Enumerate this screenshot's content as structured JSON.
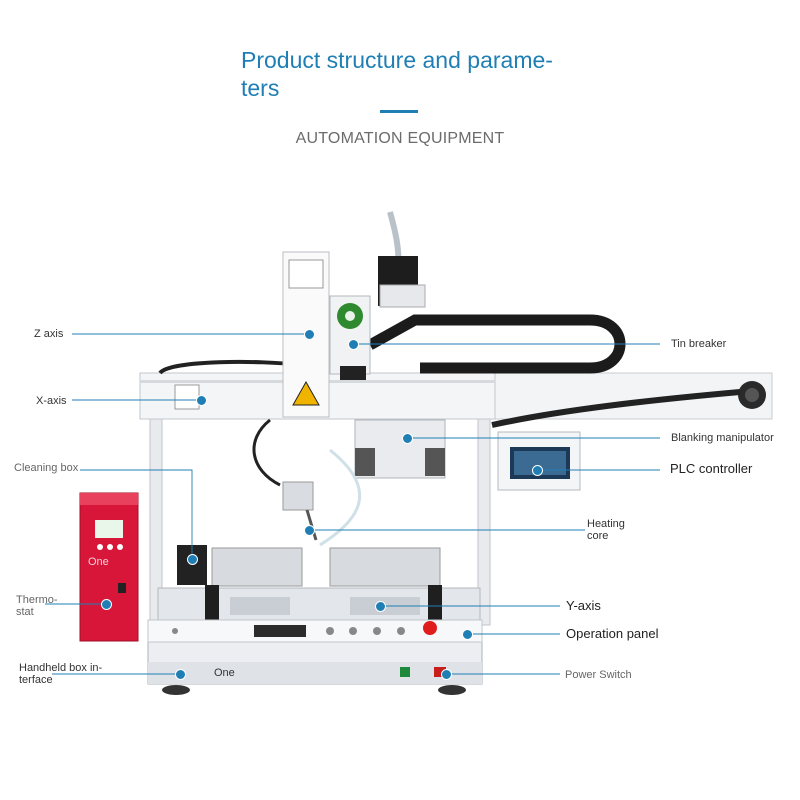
{
  "header": {
    "title_line1": "Product structure and parame-",
    "title_line2": "ters",
    "subtitle": "AUTOMATION EQUIPMENT",
    "accent_color": "#1f7fb4"
  },
  "labels": {
    "z_axis": "Z axis",
    "x_axis": "X-axis",
    "cleaning_box": "Cleaning box",
    "thermostat_1": "Thermo-",
    "thermostat_2": "stat",
    "handheld_1": "Handheld box in-",
    "handheld_2": "terface",
    "tin_breaker": "Tin breaker",
    "blanking_manipulator": "Blanking manipulator",
    "plc_controller": "PLC controller",
    "heating_core_1": "Heating",
    "heating_core_2": "core",
    "y_axis": "Y-axis",
    "operation_panel": "Operation panel",
    "power_switch": "Power Switch",
    "one_thermostat": "One",
    "one_base": "One"
  }
}
